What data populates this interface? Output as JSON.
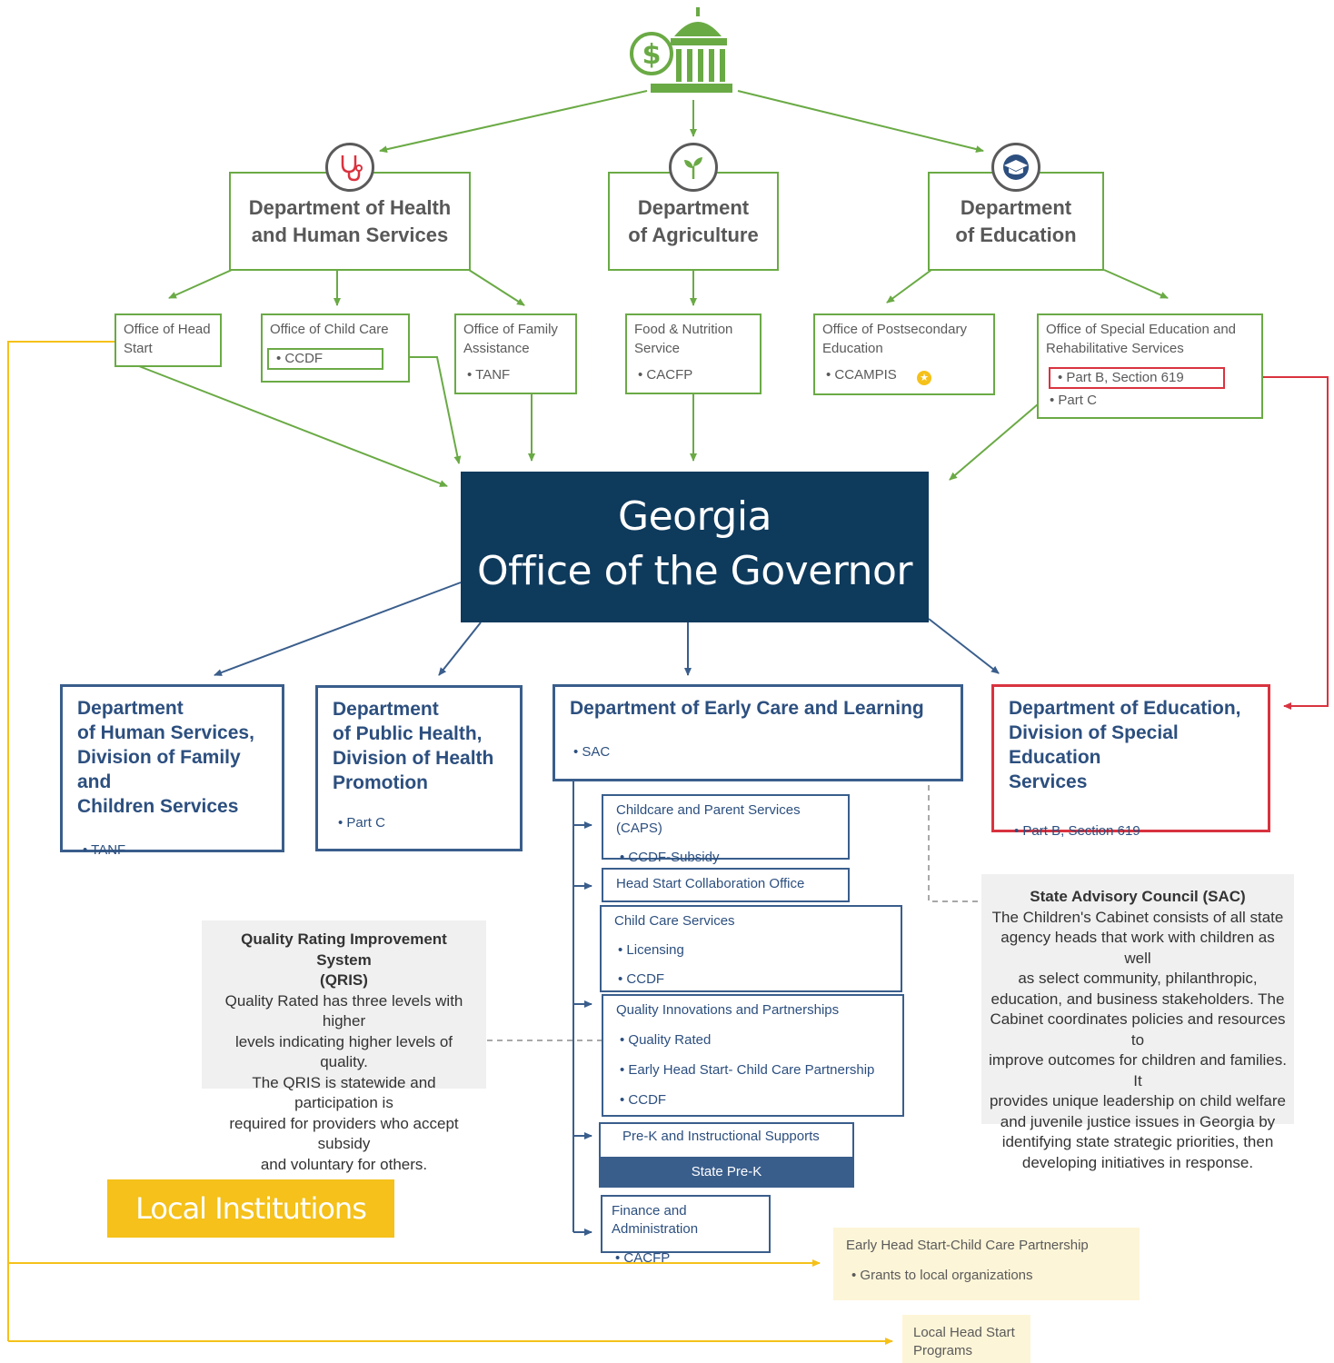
{
  "federal": {
    "hhs": {
      "title_line1": "Department of Health",
      "title_line2": "and Human Services",
      "icon": "stethoscope-icon"
    },
    "agriculture": {
      "title_line1": "Department",
      "title_line2": "of Agriculture",
      "icon": "sprout-icon"
    },
    "education": {
      "title_line1": "Department",
      "title_line2": "of Education",
      "icon": "graduation-cap-icon"
    },
    "capitol_icon": "capitol-dollar-icon"
  },
  "offices": {
    "head_start": {
      "line1": "Office of Head",
      "line2": "Start"
    },
    "child_care": {
      "title": "Office of Child Care",
      "item": "CCDF"
    },
    "family_assistance": {
      "line1": "Office of Family",
      "line2": "Assistance",
      "item": "TANF"
    },
    "food_nutrition": {
      "line1": "Food & Nutrition",
      "line2": "Service",
      "item": "CACFP"
    },
    "postsecondary": {
      "line1": "Office of Postsecondary",
      "line2": "Education",
      "item": "CCAMPIS"
    },
    "special_ed": {
      "line1": "Office of Special Education and",
      "line2": "Rehabilitative Services",
      "item1": "Part B, Section 619",
      "item2": "Part C"
    }
  },
  "governor": {
    "line1": "Georgia",
    "line2": "Office of the Governor"
  },
  "agencies": {
    "dhs": {
      "lines": [
        "Department",
        "of Human Services,",
        "Division of Family and",
        "Children Services"
      ],
      "item": "TANF"
    },
    "dph": {
      "lines": [
        "Department",
        "of Public Health,",
        "Division of Health",
        "Promotion"
      ],
      "item": "Part C"
    },
    "decal": {
      "title": "Department of Early Care and Learning",
      "item": "SAC"
    },
    "doe": {
      "lines": [
        "Department of Education,",
        "Division of Special Education",
        "Services"
      ],
      "item": "Part B, Section 619"
    }
  },
  "decal_units": {
    "caps": {
      "title": "Childcare and Parent Services (CAPS)",
      "item": "CCDF-Subsidy"
    },
    "head_start_collab": {
      "title": "Head Start Collaboration Office"
    },
    "child_care_services": {
      "title": "Child Care Services",
      "items": [
        "Licensing",
        "CCDF"
      ]
    },
    "quality": {
      "title": "Quality Innovations and Partnerships",
      "items": [
        "Quality Rated",
        "Early Head Start- Child Care Partnership",
        "CCDF"
      ]
    },
    "prek": {
      "title": "Pre-K and  Instructional Supports",
      "band": "State Pre-K"
    },
    "finance": {
      "title": "Finance and Administration",
      "item": "CACFP"
    }
  },
  "notes": {
    "qris": {
      "title_line1": "Quality Rating Improvement System",
      "title_line2": "(QRIS)",
      "lines": [
        "Quality Rated has three levels with higher",
        "levels indicating higher levels of quality.",
        "The QRIS is statewide and participation is",
        "required for providers who accept subsidy",
        "and voluntary for others."
      ]
    },
    "sac": {
      "title": "State Advisory Council (SAC)",
      "lines": [
        "The Children's Cabinet consists of all state",
        "agency heads that work with children as well",
        "as select community, philanthropic,",
        "education, and business stakeholders. The",
        "Cabinet coordinates policies and resources to",
        "improve outcomes for children and families. It",
        "provides unique leadership on child welfare",
        "and juvenile justice issues in Georgia by",
        "identifying state strategic priorities, then",
        "developing initiatives in response."
      ]
    }
  },
  "local": {
    "label": "Local Institutions",
    "ehs_ccp": {
      "title": "Early Head Start-Child Care Partnership",
      "item": "Grants to local organizations"
    },
    "head_start": {
      "line1": "Local Head Start",
      "line2": "Programs"
    }
  },
  "colors": {
    "federal_green": "#6aaa45",
    "state_blue": "#3a5e8c",
    "governor_navy": "#0e3a5c",
    "highlight_red": "#d9333f",
    "local_yellow": "#f5c11a",
    "note_grey": "#f0f0f0"
  }
}
